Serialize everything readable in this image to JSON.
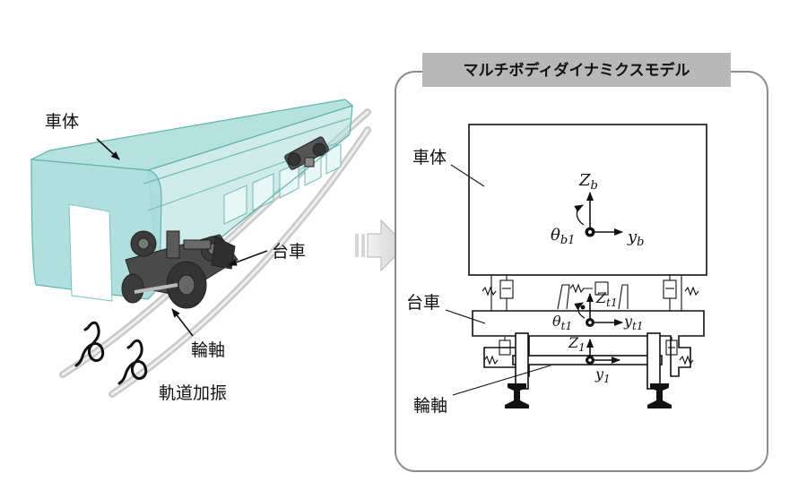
{
  "left_labels": {
    "car_body": "車体",
    "bogie": "台車",
    "wheelset": "輪軸",
    "track_excitation": "軌道加振"
  },
  "model": {
    "title": "マルチボディダイナミクスモデル",
    "car_body": "車体",
    "bogie": "台車",
    "wheelset": "輪軸",
    "symbols": {
      "zb_main": "Z",
      "zb_sub": "b",
      "yb_main": "y",
      "yb_sub": "b",
      "thb_main": "θ",
      "thb_sub": "b1",
      "zt_main": "Z",
      "zt_sub": "t1",
      "yt_main": "y",
      "yt_sub": "t1",
      "tht_main": "θ",
      "tht_sub": "t1",
      "z1_main": "Z",
      "z1_sub": "1",
      "y1_main": "y",
      "y1_sub": "1"
    }
  },
  "colors": {
    "car_fill": "#a8dcd9",
    "car_edge": "#5fb3ae",
    "title_bg": "#b8b8b8",
    "panel_border": "#8c8c8c",
    "arrow_fill": "#dcdcdc"
  }
}
